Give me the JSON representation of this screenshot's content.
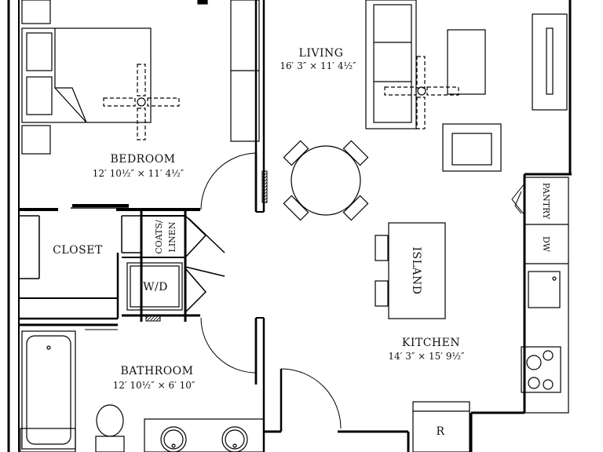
{
  "rooms": {
    "living": {
      "name": "LIVING",
      "dims": "16′ 3″ × 11′ 4½″"
    },
    "bedroom": {
      "name": "BEDROOM",
      "dims": "12′ 10½″ × 11′ 4½″"
    },
    "kitchen": {
      "name": "KITCHEN",
      "dims": "14′ 3″ × 15′ 9½″"
    },
    "bathroom": {
      "name": "BATHROOM",
      "dims": "12′ 10½″ × 6′ 10″"
    }
  },
  "labels": {
    "closet": "CLOSET",
    "coats": "COATS/",
    "linen": "LINEN",
    "washer_dryer": "W/D",
    "island": "ISLAND",
    "pantry": "PANTRY",
    "dishwasher": "DW",
    "refrigerator": "R"
  }
}
